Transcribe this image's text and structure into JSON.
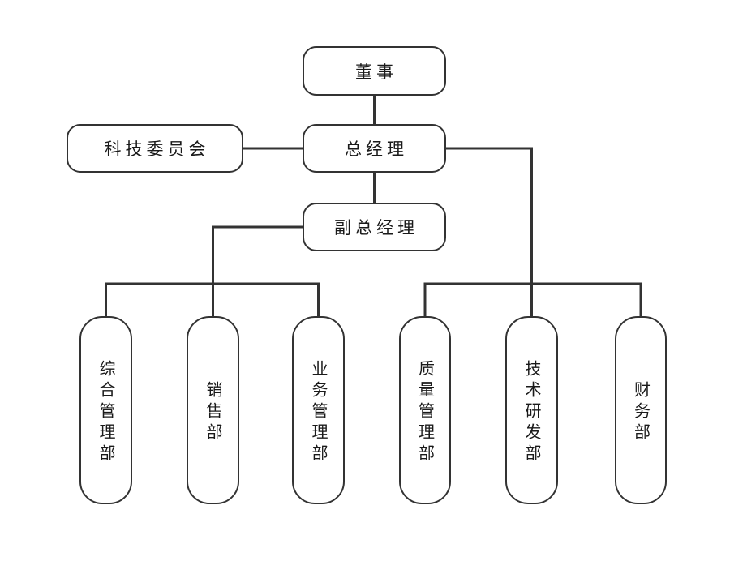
{
  "diagram": {
    "type": "org-chart",
    "colors": {
      "background": "#ffffff",
      "line": "#333333",
      "box_border": "#333333",
      "box_fill": "#ffffff",
      "text": "#1a1a1a"
    },
    "nodes": {
      "director": {
        "label": "董事",
        "orientation": "horizontal"
      },
      "tech_committee": {
        "label": "科技委员会",
        "orientation": "horizontal"
      },
      "general_manager": {
        "label": "总经理",
        "orientation": "horizontal"
      },
      "deputy_gm": {
        "label": "副总经理",
        "orientation": "horizontal"
      },
      "dept_general": {
        "label": "综合管理部",
        "orientation": "vertical"
      },
      "dept_sales": {
        "label": "销售部",
        "orientation": "vertical"
      },
      "dept_business": {
        "label": "业务管理部",
        "orientation": "vertical"
      },
      "dept_quality": {
        "label": "质量管理部",
        "orientation": "vertical"
      },
      "dept_rnd": {
        "label": "技术研发部",
        "orientation": "vertical"
      },
      "dept_finance": {
        "label": "财务部",
        "orientation": "vertical"
      }
    },
    "edges": [
      {
        "from": "director",
        "to": "general_manager",
        "style": "vertical"
      },
      {
        "from": "tech_committee",
        "to": "general_manager",
        "style": "lateral"
      },
      {
        "from": "general_manager",
        "to": "deputy_gm",
        "style": "vertical"
      },
      {
        "from": "deputy_gm",
        "to": "dept_general",
        "style": "elbow"
      },
      {
        "from": "deputy_gm",
        "to": "dept_sales",
        "style": "elbow"
      },
      {
        "from": "deputy_gm",
        "to": "dept_business",
        "style": "elbow"
      },
      {
        "from": "general_manager",
        "to": "dept_quality",
        "style": "elbow"
      },
      {
        "from": "general_manager",
        "to": "dept_rnd",
        "style": "elbow"
      },
      {
        "from": "general_manager",
        "to": "dept_finance",
        "style": "elbow"
      }
    ]
  }
}
